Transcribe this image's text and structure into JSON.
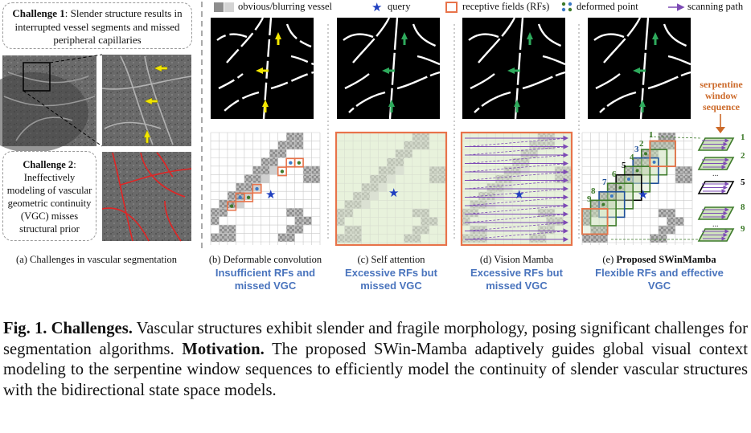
{
  "legend": {
    "vessel": "obvious/blurring vessel",
    "query": "query",
    "rf": "receptive fields (RFs)",
    "deformed": "deformed point",
    "scan": "scanning path"
  },
  "challenge1": {
    "label": "Challenge 1",
    "text": ": Slender structure results in interrupted vessel segments and missed peripheral capillaries"
  },
  "challenge2": {
    "label": "Challenge 2",
    "text": ": Ineffectively modeling of vascular geometric continuity (VGC) misses structural prior"
  },
  "panels": {
    "a": "(a) Challenges in vascular segmentation",
    "b": "(b) Deformable convolution",
    "c": "(c) Self attention",
    "d": "(d) Vision Mamba",
    "e_prefix": "(e)",
    "e_name": "Proposed SWinMamba"
  },
  "verdicts": {
    "b": "Insufficient RFs and missed VGC",
    "c": "Excessive RFs but missed VGC",
    "d": "Excessive RFs but missed VGC",
    "e": "Flexible RFs and effective VGC"
  },
  "serpentine": "serpentine window sequence",
  "window_numbers_left": [
    "1",
    "2",
    "3",
    "4",
    "5",
    "6",
    "7",
    "8",
    "9"
  ],
  "window_numbers_right": [
    "1",
    "2",
    "5",
    "8",
    "9"
  ],
  "ellipsis": "...",
  "caption": {
    "fig": "Fig. 1.",
    "challenges_label": "Challenges.",
    "challenges_text": " Vascular structures exhibit slender and fragile morphology, posing significant challenges for segmentation algorithms. ",
    "motivation_label": "Motivation.",
    "motivation_text": " The proposed SWin-Mamba adaptively guides global visual context modeling to the serpentine window sequences to efficiently model the continuity of slender vascular structures with the bidirectional state space models."
  },
  "colors": {
    "orange": "#e8734a",
    "blue_text": "#4a74bd",
    "purple": "#7d4bb5",
    "green_window": "#3d7a2a",
    "query_star": "#1f3fbf"
  }
}
